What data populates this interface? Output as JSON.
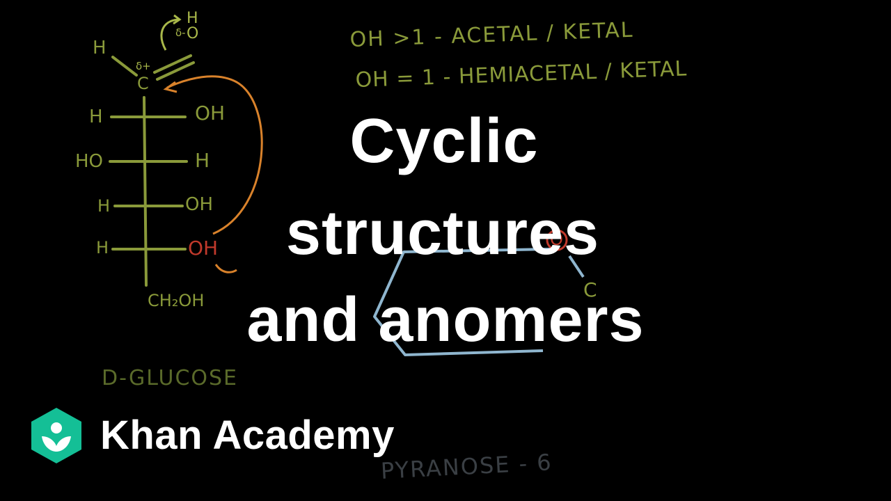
{
  "video": {
    "title_lines": [
      "Cyclic",
      "structures",
      "and anomers"
    ]
  },
  "brand": {
    "name": "Khan Academy",
    "logo_icon": "khan-academy-leaf-icon",
    "logo_color": "#14BF96"
  },
  "blackboard": {
    "molecule_label": "D-GLUCOSE",
    "fischer": {
      "top_h": "H",
      "top_oh": "H O",
      "delta_plus": "δ+",
      "delta_minus": "δ-",
      "carbon": "C",
      "rows": [
        {
          "left": "H",
          "right": "OH"
        },
        {
          "left": "HO",
          "right": "H"
        },
        {
          "left": "H",
          "right": "OH"
        },
        {
          "left": "H",
          "right": "OH"
        }
      ],
      "bottom": "CH₂OH"
    },
    "notes": [
      "OH >1 - ACETAL / KETAL",
      "OH = 1 - HEMIACETAL / KETAL"
    ],
    "ring": {
      "oxygen": "O",
      "carbon": "C"
    },
    "ring_label": "PYRANOSE - 6",
    "colors": {
      "green": "#8a9a3a",
      "light_green": "#a9b84a",
      "orange": "#d9822b",
      "red": "#c0392b",
      "blue": "#8fb6cf",
      "gray": "#b9bec4"
    }
  }
}
